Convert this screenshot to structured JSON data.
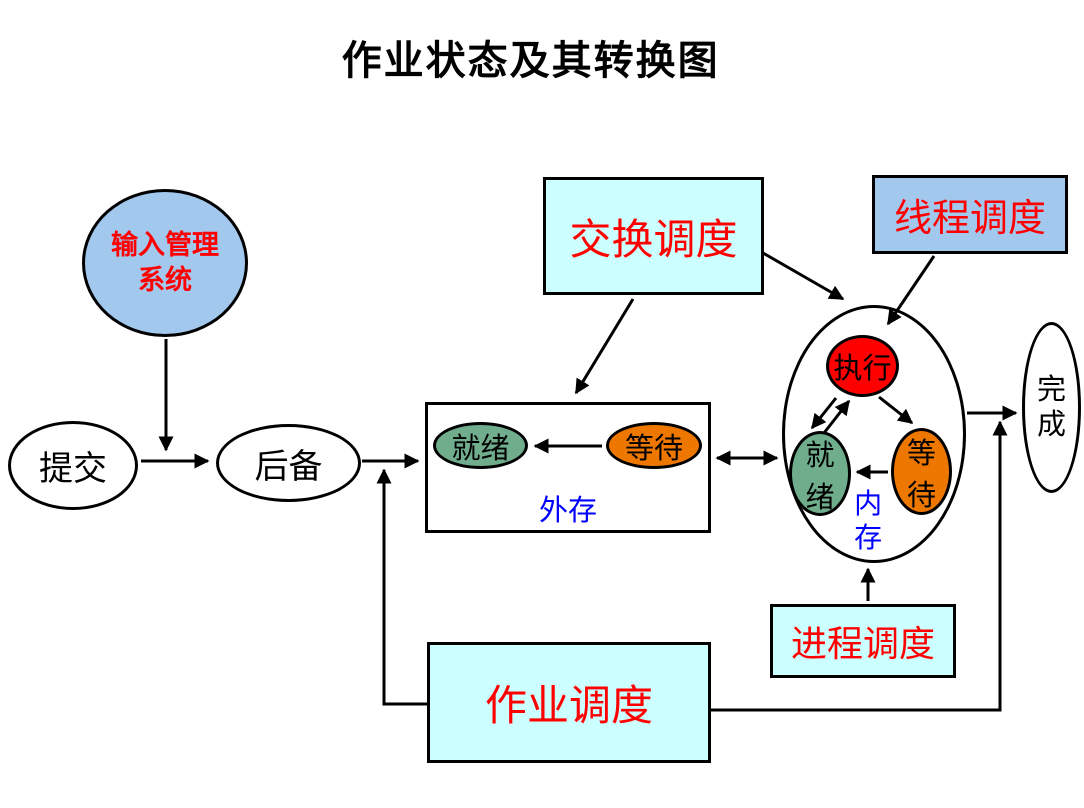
{
  "title": "作业状态及其转换图",
  "colors": {
    "light_blue": "#A2C8EE",
    "light_cyan": "#CCFFFF",
    "green": "#6FAD8C",
    "orange": "#EE7700",
    "red": "#FE0000",
    "label_red": "#FF0000",
    "label_blue": "#0000FF",
    "line_black": "#000000"
  },
  "nodes": {
    "input_system": "输入管理\n系统",
    "submit": "提交",
    "backup": "后备",
    "disk_ready": "就绪",
    "disk_wait": "等待",
    "disk_label": "外存",
    "running": "执行",
    "mem_ready": "就绪",
    "mem_wait": "等待",
    "mem_label": "内存",
    "finish": "完成"
  },
  "schedulers": {
    "swap": "交换调度",
    "thread": "线程调度",
    "process": "进程调度",
    "job": "作业调度"
  }
}
